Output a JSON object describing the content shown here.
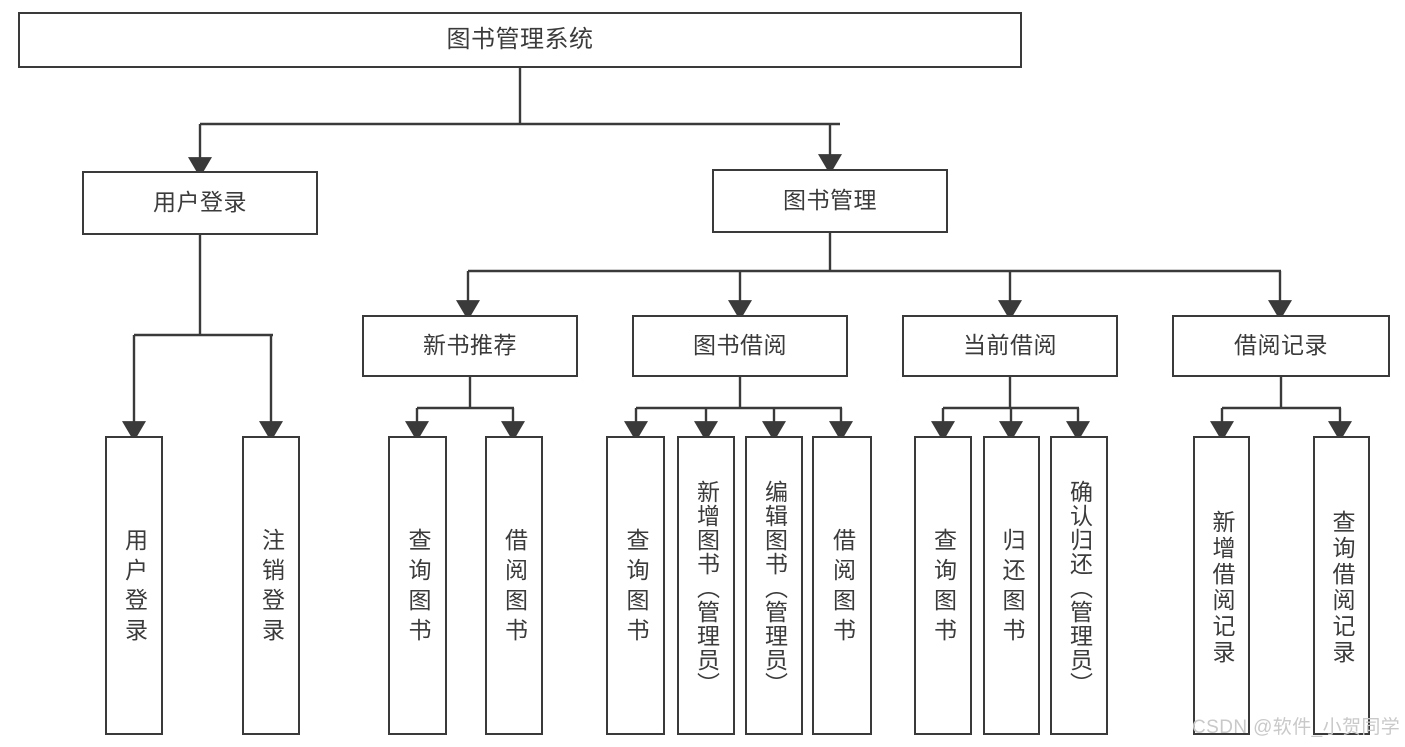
{
  "diagram": {
    "type": "tree-hierarchy-functional-decomposition",
    "title": "图书管理系统",
    "watermark": "CSDN @软件_小贺同学",
    "colors": {
      "stroke": "#3a3a3a",
      "text": "#3b3b3b",
      "background": "#ffffff",
      "watermark": "#c9c9c9"
    },
    "root": {
      "label": "图书管理系统"
    },
    "level2": [
      {
        "label": "用户登录"
      },
      {
        "label": "图书管理"
      }
    ],
    "level3": [
      {
        "label": "新书推荐"
      },
      {
        "label": "图书借阅"
      },
      {
        "label": "当前借阅"
      },
      {
        "label": "借阅记录"
      }
    ],
    "leaves": {
      "user_login": [
        {
          "label": "用户登录"
        },
        {
          "label": "注销登录"
        }
      ],
      "new_book": [
        {
          "label": "查询图书"
        },
        {
          "label": "借阅图书"
        }
      ],
      "book_borrow": [
        {
          "label": "查询图书"
        },
        {
          "label": "新增图书（管理员）"
        },
        {
          "label": "编辑图书（管理员）"
        },
        {
          "label": "借阅图书"
        }
      ],
      "current_borrow": [
        {
          "label": "查询图书"
        },
        {
          "label": "归还图书"
        },
        {
          "label": "确认归还（管理员）"
        }
      ],
      "borrow_record": [
        {
          "label": "新增借阅记录"
        },
        {
          "label": "查询借阅记录"
        }
      ]
    }
  }
}
